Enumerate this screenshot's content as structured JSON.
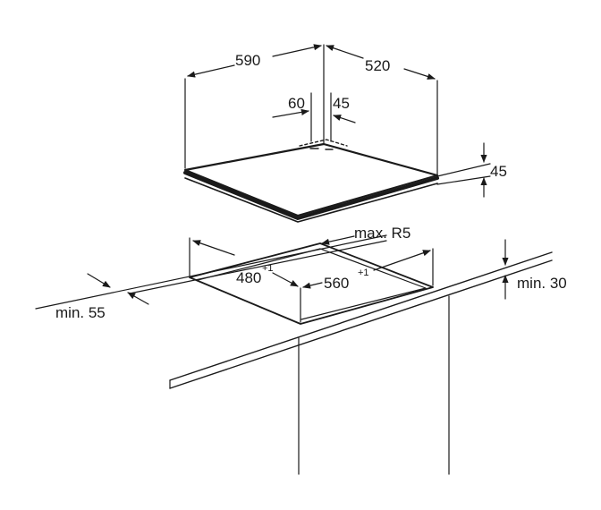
{
  "dimensions": {
    "hob_width": "590",
    "hob_depth": "520",
    "burner_offset_left": "60",
    "burner_offset_right": "45",
    "hob_height": "45",
    "corner_radius": "max. R5",
    "cutout_depth": "480",
    "cutout_depth_tolerance": "+1",
    "cutout_width": "560",
    "cutout_width_tolerance": "+1",
    "min_front_distance": "min. 55",
    "min_worktop_thickness": "min. 30"
  }
}
